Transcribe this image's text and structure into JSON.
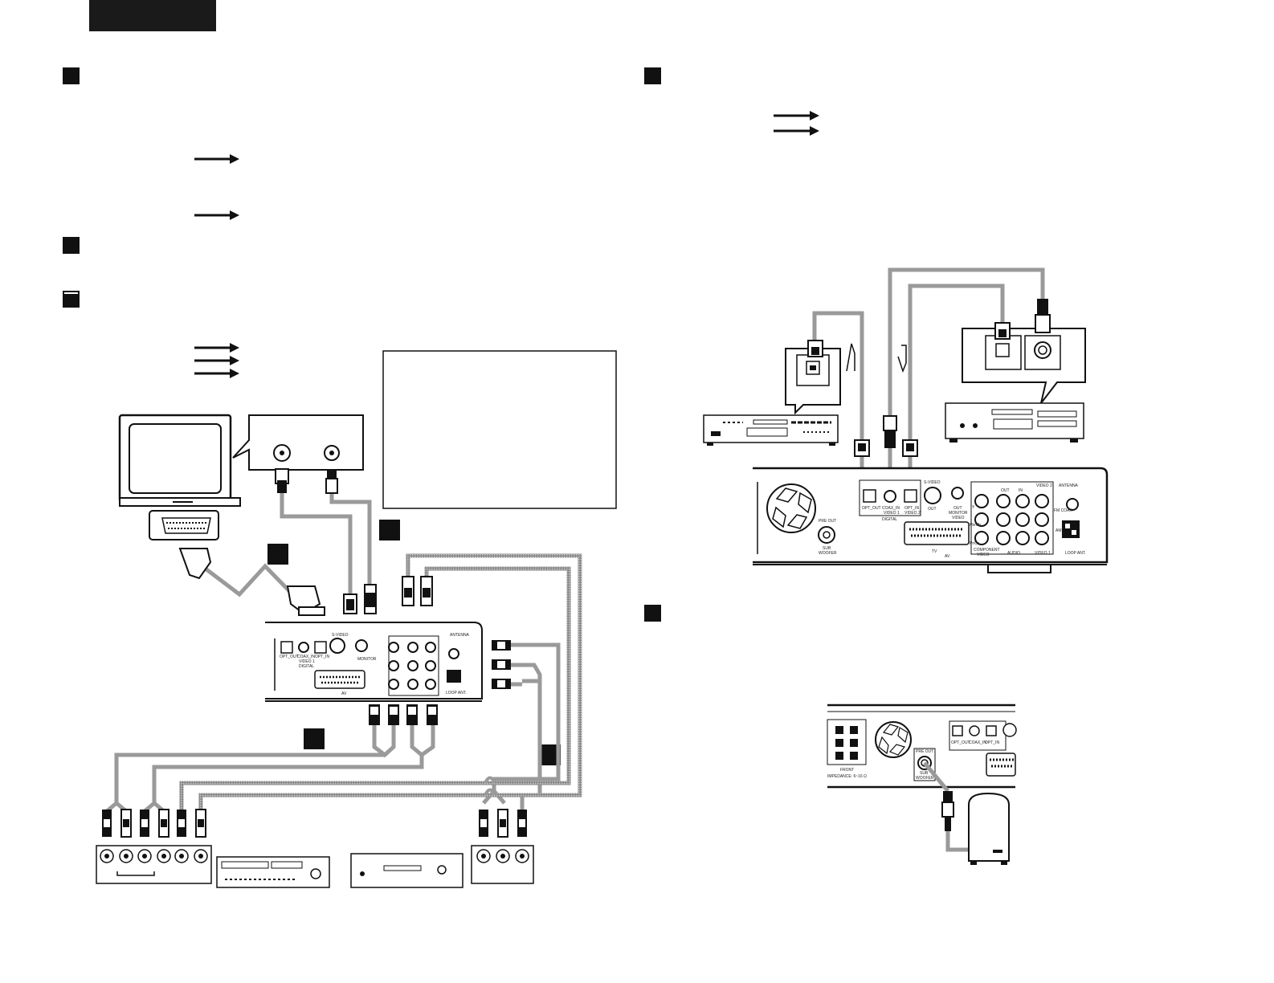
{
  "header": {
    "tab_color": "#1a1a1a"
  },
  "colors": {
    "cable": "#9a9a9a",
    "cable_dotted": "#8a8a8a",
    "line": "#111111",
    "marker": "#111111"
  },
  "icons": [
    "section-marker-icon",
    "arrow-right-icon",
    "fan-icon",
    "scart-connector-icon",
    "rca-plug-icon",
    "s-video-plug-icon",
    "optical-plug-icon",
    "coax-plug-icon"
  ],
  "receiver_labels": {
    "opt_out": "OPT_OUT",
    "coax_in_1": "COAX_IN",
    "coax_in_2": "VIDEO 1",
    "opt_in_1": "OPT_IN",
    "opt_in_2": "VIDEO 2",
    "digital": "DIGITAL",
    "s_video": "S-VIDEO",
    "out": "OUT",
    "monitor_out_1": "OUT",
    "monitor_out_2": "MONITOR",
    "video": "VIDEO",
    "component_video_1": "COMPONENT",
    "component_video_2": "VIDEO",
    "video_1": "VIDEO 1",
    "video_2": "VIDEO 2",
    "in": "IN",
    "tv": "TV",
    "av": "AV",
    "antenna": "ANTENNA",
    "fm_coax": "FM COAX",
    "am": "AM",
    "loop_ant": "LOOP ANT.",
    "pre_out": "PRE OUT",
    "sub_woofer_1": "SUB",
    "sub_woofer_2": "WOOFER",
    "audio": "AUDIO",
    "y": "Y",
    "pb_cb": "Pb/Cb",
    "pr_cr": "Pr/Cr",
    "front": "FRONT",
    "impedance": "IMPEDANCE: 6~16 Ω"
  }
}
